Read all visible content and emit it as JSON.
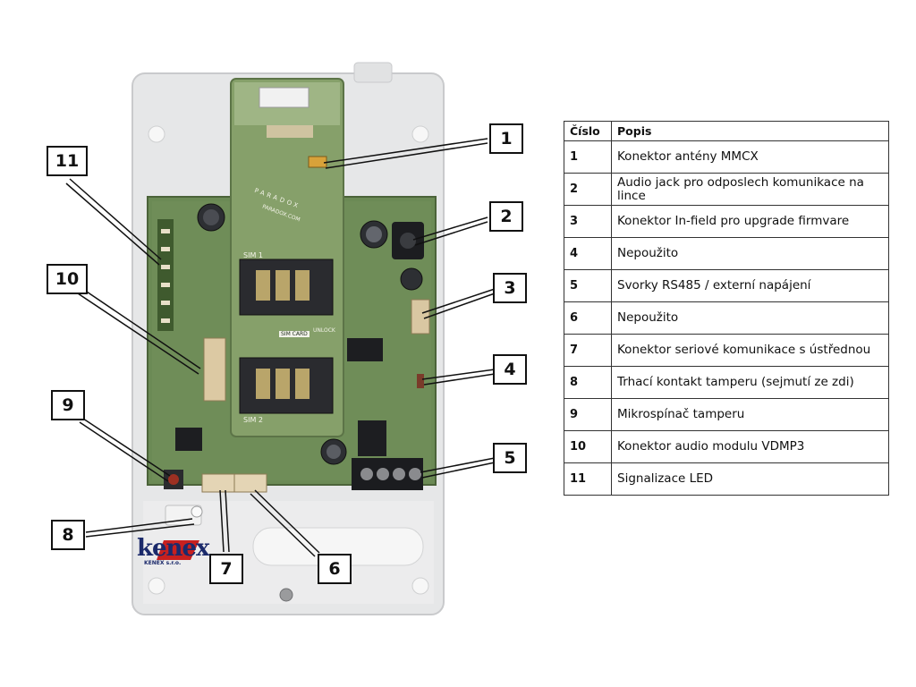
{
  "callouts": [
    {
      "id": "1",
      "label": "1"
    },
    {
      "id": "2",
      "label": "2"
    },
    {
      "id": "3",
      "label": "3"
    },
    {
      "id": "4",
      "label": "4"
    },
    {
      "id": "5",
      "label": "5"
    },
    {
      "id": "6",
      "label": "6"
    },
    {
      "id": "7",
      "label": "7"
    },
    {
      "id": "8",
      "label": "8"
    },
    {
      "id": "9",
      "label": "9"
    },
    {
      "id": "10",
      "label": "10"
    },
    {
      "id": "11",
      "label": "11"
    }
  ],
  "board_labels": {
    "sim1": "SIM 1",
    "sim2": "SIM 2",
    "sim_card": "SIM CARD",
    "unlock": "UNLOCK",
    "brand": "PARADOX",
    "site": "PARADOX.COM"
  },
  "logo": {
    "text": "kenex",
    "sub": "KENEX s.r.o."
  },
  "legend": {
    "headers": {
      "number": "Číslo",
      "description": "Popis"
    },
    "rows": [
      {
        "number": "1",
        "description": "Konektor antény MMCX"
      },
      {
        "number": "2",
        "description": "Audio jack pro odposlech komunikace na lince"
      },
      {
        "number": "3",
        "description": "Konektor In-field pro upgrade firmvare"
      },
      {
        "number": "4",
        "description": "Nepoužito"
      },
      {
        "number": "5",
        "description": "Svorky RS485 / externí napájení"
      },
      {
        "number": "6",
        "description": "Nepoužito"
      },
      {
        "number": "7",
        "description": "Konektor seriové komunikace s ústřednou"
      },
      {
        "number": "8",
        "description": "Trhací kontakt tamperu (sejmutí ze zdi)"
      },
      {
        "number": "9",
        "description": "Mikrospínač tamperu"
      },
      {
        "number": "10",
        "description": "Konektor audio modulu VDMP3"
      },
      {
        "number": "11",
        "description": "Signalizace LED"
      }
    ]
  }
}
